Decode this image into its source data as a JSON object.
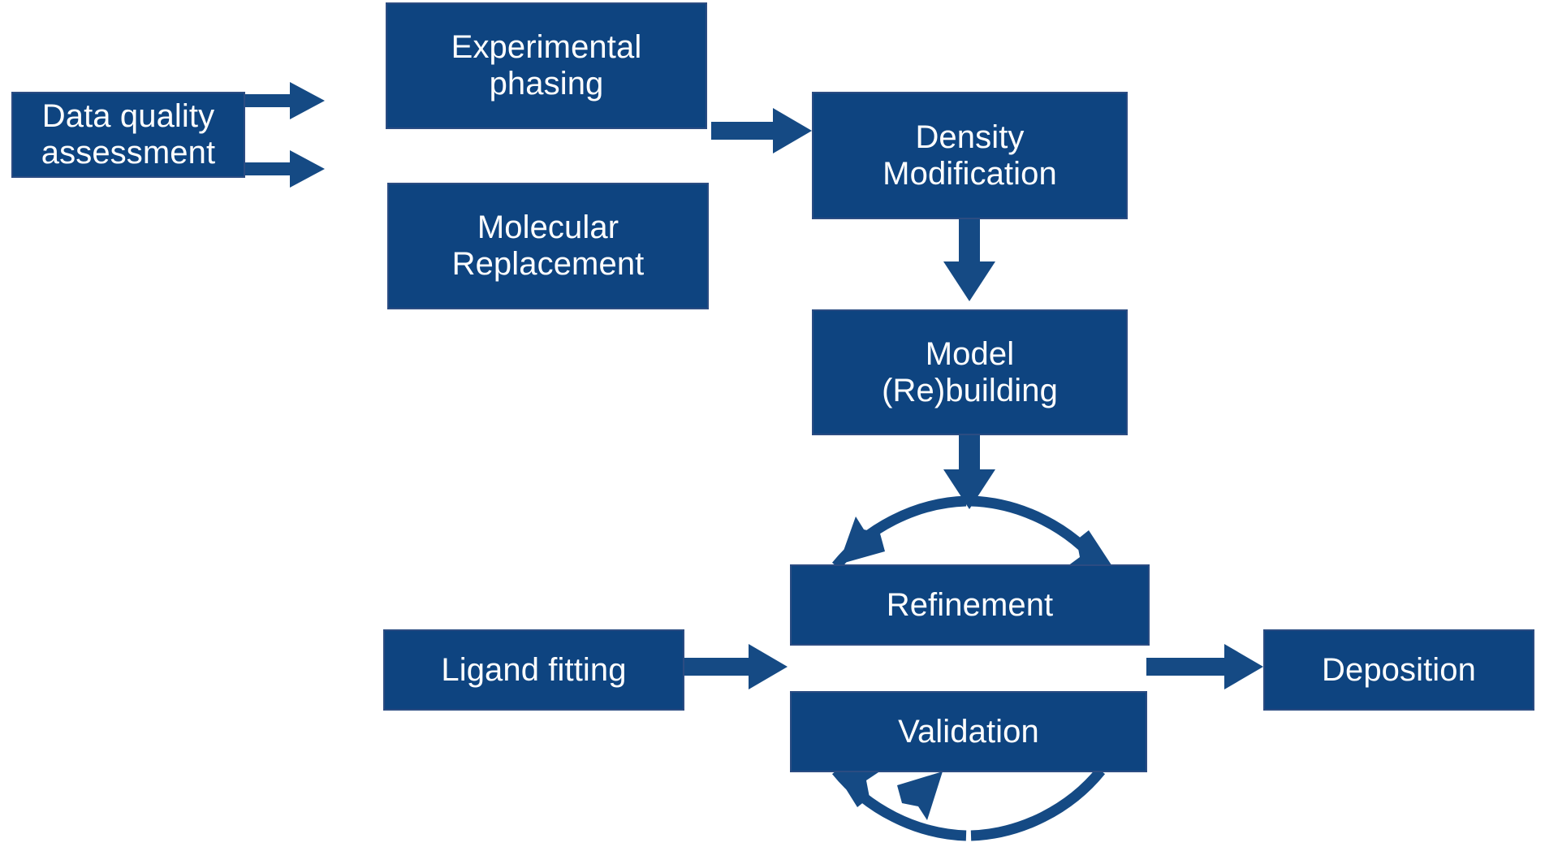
{
  "diagram": {
    "title": "Macromolecular crystallography structure-solution workflow",
    "background_color": "#FFFFFF",
    "node_fill_color": "#0E4480",
    "node_border_color": "#2B4C82",
    "node_text_color": "#FFFFFF",
    "arrow_color": "#154A84"
  },
  "nodes": {
    "data_quality_assessment": "Data quality\nassessment",
    "experimental_phasing": "Experimental\nphasing",
    "molecular_replacement": "Molecular\nReplacement",
    "density_modification": "Density\nModification",
    "model_rebuilding": "Model\n(Re)building",
    "refinement": "Refinement",
    "validation": "Validation",
    "ligand_fitting": "Ligand fitting",
    "deposition": "Deposition"
  },
  "edges": [
    {
      "id": "dqa-to-expphase",
      "from": "data_quality_assessment",
      "to": "experimental_phasing",
      "style": "straight-arrow",
      "direction": "right"
    },
    {
      "id": "dqa-to-molrep",
      "from": "data_quality_assessment",
      "to": "molecular_replacement",
      "style": "straight-arrow",
      "direction": "right"
    },
    {
      "id": "phasing-to-densmod",
      "from": "experimental_phasing",
      "to": "density_modification",
      "style": "straight-arrow",
      "direction": "right"
    },
    {
      "id": "densmod-to-model",
      "from": "density_modification",
      "to": "model_rebuilding",
      "style": "straight-arrow",
      "direction": "down"
    },
    {
      "id": "model-to-cycle",
      "from": "model_rebuilding",
      "to": "refinement",
      "style": "straight-arrow",
      "direction": "down"
    },
    {
      "id": "ligand-to-cycle",
      "from": "ligand_fitting",
      "to": "refinement",
      "style": "straight-arrow",
      "direction": "right"
    },
    {
      "id": "cycle-to-deposition",
      "from": "validation",
      "to": "deposition",
      "style": "straight-arrow",
      "direction": "right"
    },
    {
      "id": "refine-validate-loop",
      "from": "refinement",
      "to": "validation",
      "style": "circular-loop",
      "direction": "clockwise",
      "segments": 4
    }
  ]
}
